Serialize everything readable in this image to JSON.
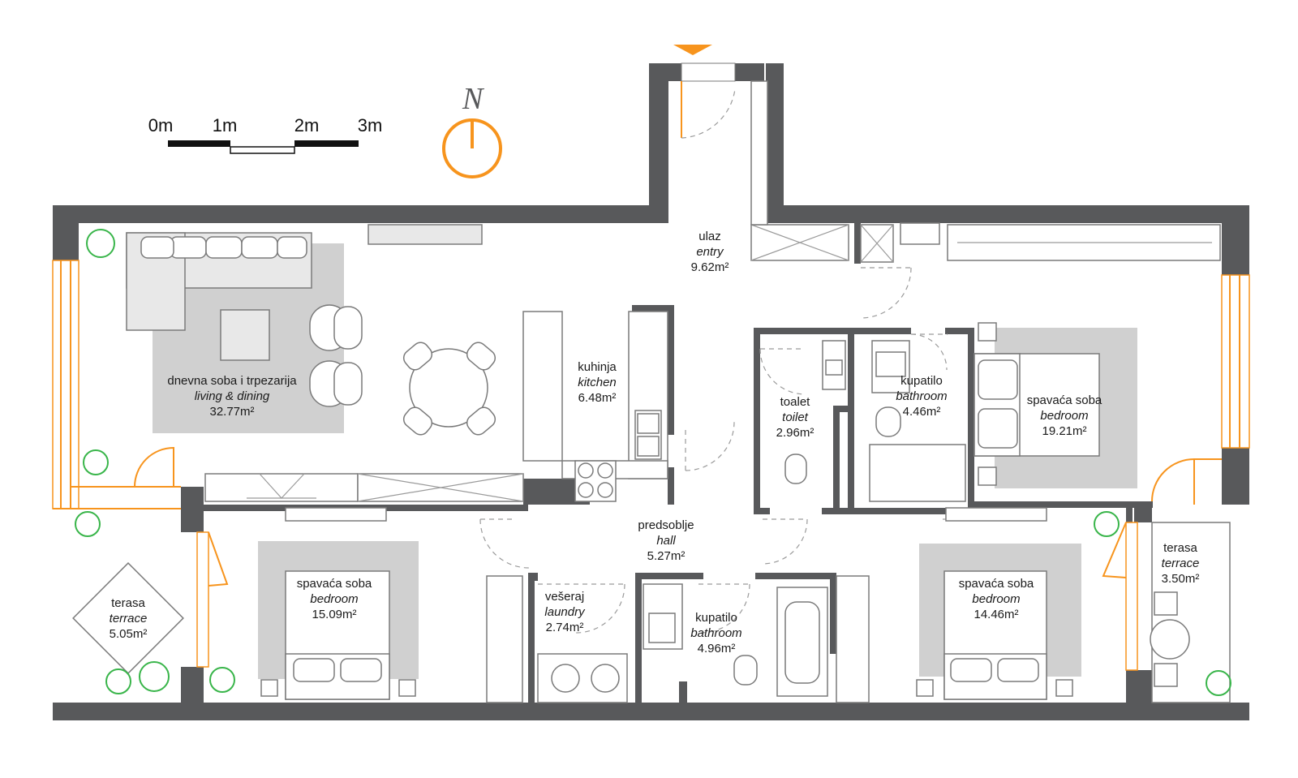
{
  "compass": {
    "letter": "N",
    "color": "#f7941d"
  },
  "scale": {
    "ticks": [
      "0m",
      "1m",
      "2m",
      "3m"
    ]
  },
  "rooms": [
    {
      "id": "entry",
      "local": "ulaz",
      "en": "entry",
      "area": "9.62m²"
    },
    {
      "id": "living",
      "local": "dnevna soba i trpezarija",
      "en": "living & dining",
      "area": "32.77m²"
    },
    {
      "id": "kitchen",
      "local": "kuhinja",
      "en": "kitchen",
      "area": "6.48m²"
    },
    {
      "id": "toilet",
      "local": "toalet",
      "en": "toilet",
      "area": "2.96m²"
    },
    {
      "id": "bath1",
      "local": "kupatilo",
      "en": "bathroom",
      "area": "4.46m²"
    },
    {
      "id": "bed1",
      "local": "spavaća soba",
      "en": "bedroom",
      "area": "19.21m²"
    },
    {
      "id": "hall",
      "local": "predsoblje",
      "en": "hall",
      "area": "5.27m²"
    },
    {
      "id": "terrace1",
      "local": "terasa",
      "en": "terrace",
      "area": "5.05m²"
    },
    {
      "id": "bed2",
      "local": "spavaća soba",
      "en": "bedroom",
      "area": "15.09m²"
    },
    {
      "id": "laundry",
      "local": "vešeraj",
      "en": "laundry",
      "area": "2.74m²"
    },
    {
      "id": "bath2",
      "local": "kupatilo",
      "en": "bathroom",
      "area": "4.96m²"
    },
    {
      "id": "bed3",
      "local": "spavaća soba",
      "en": "bedroom",
      "area": "14.46m²"
    },
    {
      "id": "terrace2",
      "local": "terasa",
      "en": "terrace",
      "area": "3.50m²"
    }
  ],
  "colors": {
    "wall": "#58595b",
    "rug": "#d0d0d0",
    "window": "#f7941d",
    "plant": "#39b54a"
  }
}
